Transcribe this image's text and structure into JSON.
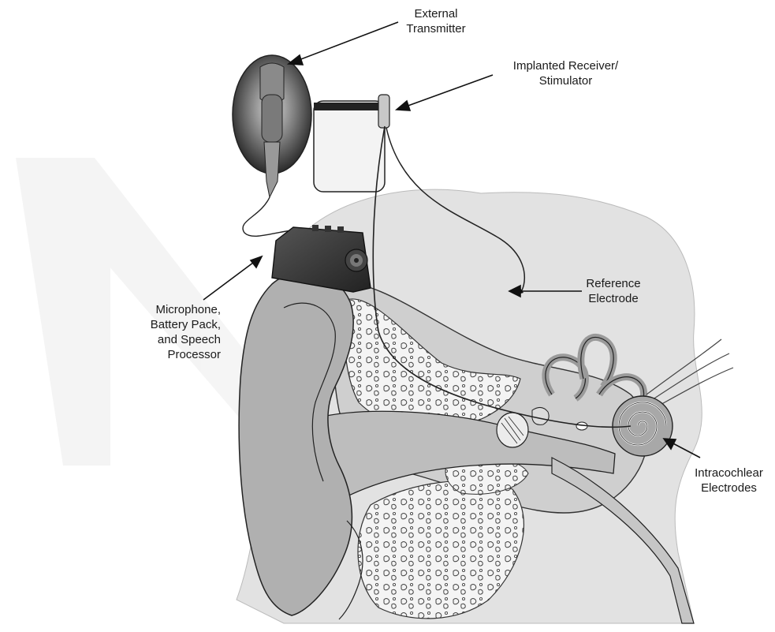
{
  "labels": {
    "external_transmitter": [
      "External",
      "Transmitter"
    ],
    "implanted_receiver": [
      "Implanted Receiver/",
      "Stimulator"
    ],
    "reference_electrode": [
      "Reference",
      "Electrode"
    ],
    "microphone_pack": [
      "Microphone,",
      "Battery Pack,",
      "and Speech",
      "Processor"
    ],
    "intracochlear_electrodes": [
      "Intracochlear",
      "Electrodes"
    ]
  }
}
